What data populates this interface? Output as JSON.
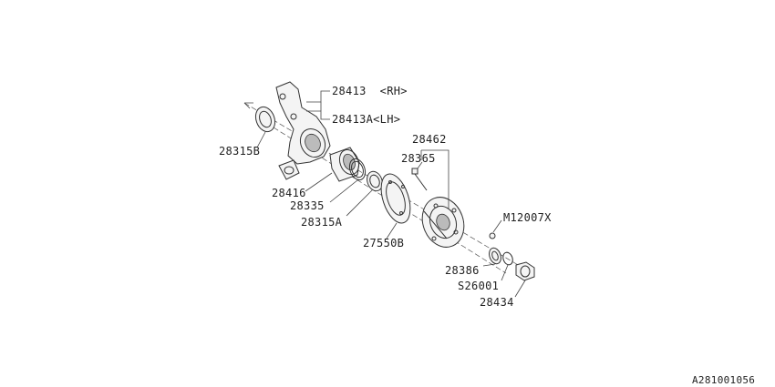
{
  "parts": {
    "knuckle_rh": "28413  <RH>",
    "knuckle_lh": "28413A<LH>",
    "seal_outer": "28315B",
    "bearing": "28416",
    "snap_ring": "28335",
    "seal_inner": "28315A",
    "hub_assy": "28462",
    "hub_bolt": "28365",
    "back_plate": "27550B",
    "bolt_m12": "M12007X",
    "washer": "28386",
    "cotter_pin": "S26001",
    "axle_nut": "28434"
  },
  "figure_id": "A281001056"
}
